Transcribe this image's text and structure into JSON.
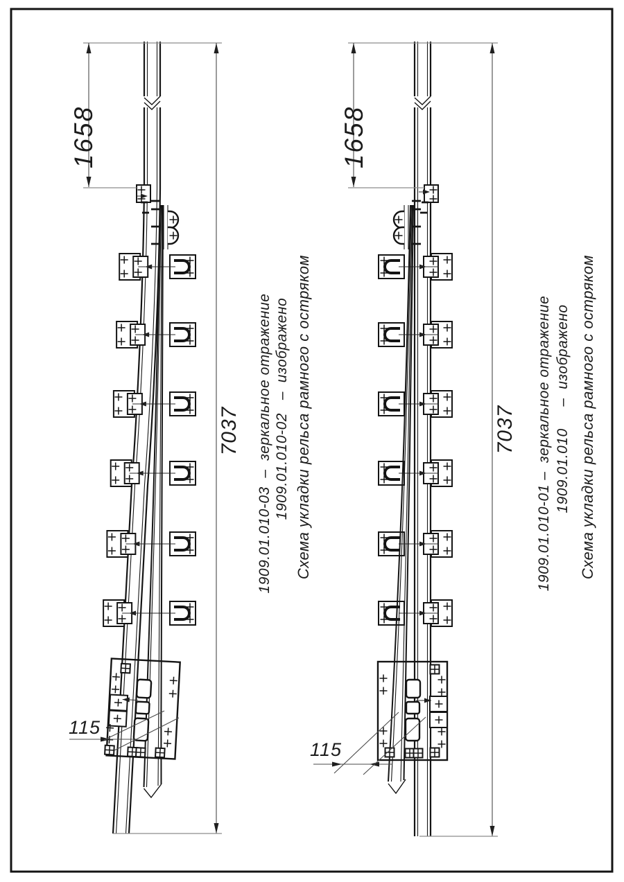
{
  "sheet": {
    "background": "#ffffff",
    "frame_color": "#141414",
    "line_color": "#141414"
  },
  "views": {
    "left": {
      "title": "Схема укладки рельса рамного с остряком",
      "variant_shown": "1909.01.010-02   –  изображено",
      "variant_mirror": "1909.01.010-03  –  зеркальное отражение",
      "dim_bend": "1658",
      "dim_total": "7037",
      "dim_end": "115"
    },
    "right": {
      "title": "Схема укладки рельса рамного с остряком",
      "variant_shown": "1909.01.010     –  изображено",
      "variant_mirror": "1909.01.010-01 –  зеркальное отражение",
      "dim_end": "115",
      "dim_bend": "1658",
      "dim_total": "7037"
    }
  }
}
